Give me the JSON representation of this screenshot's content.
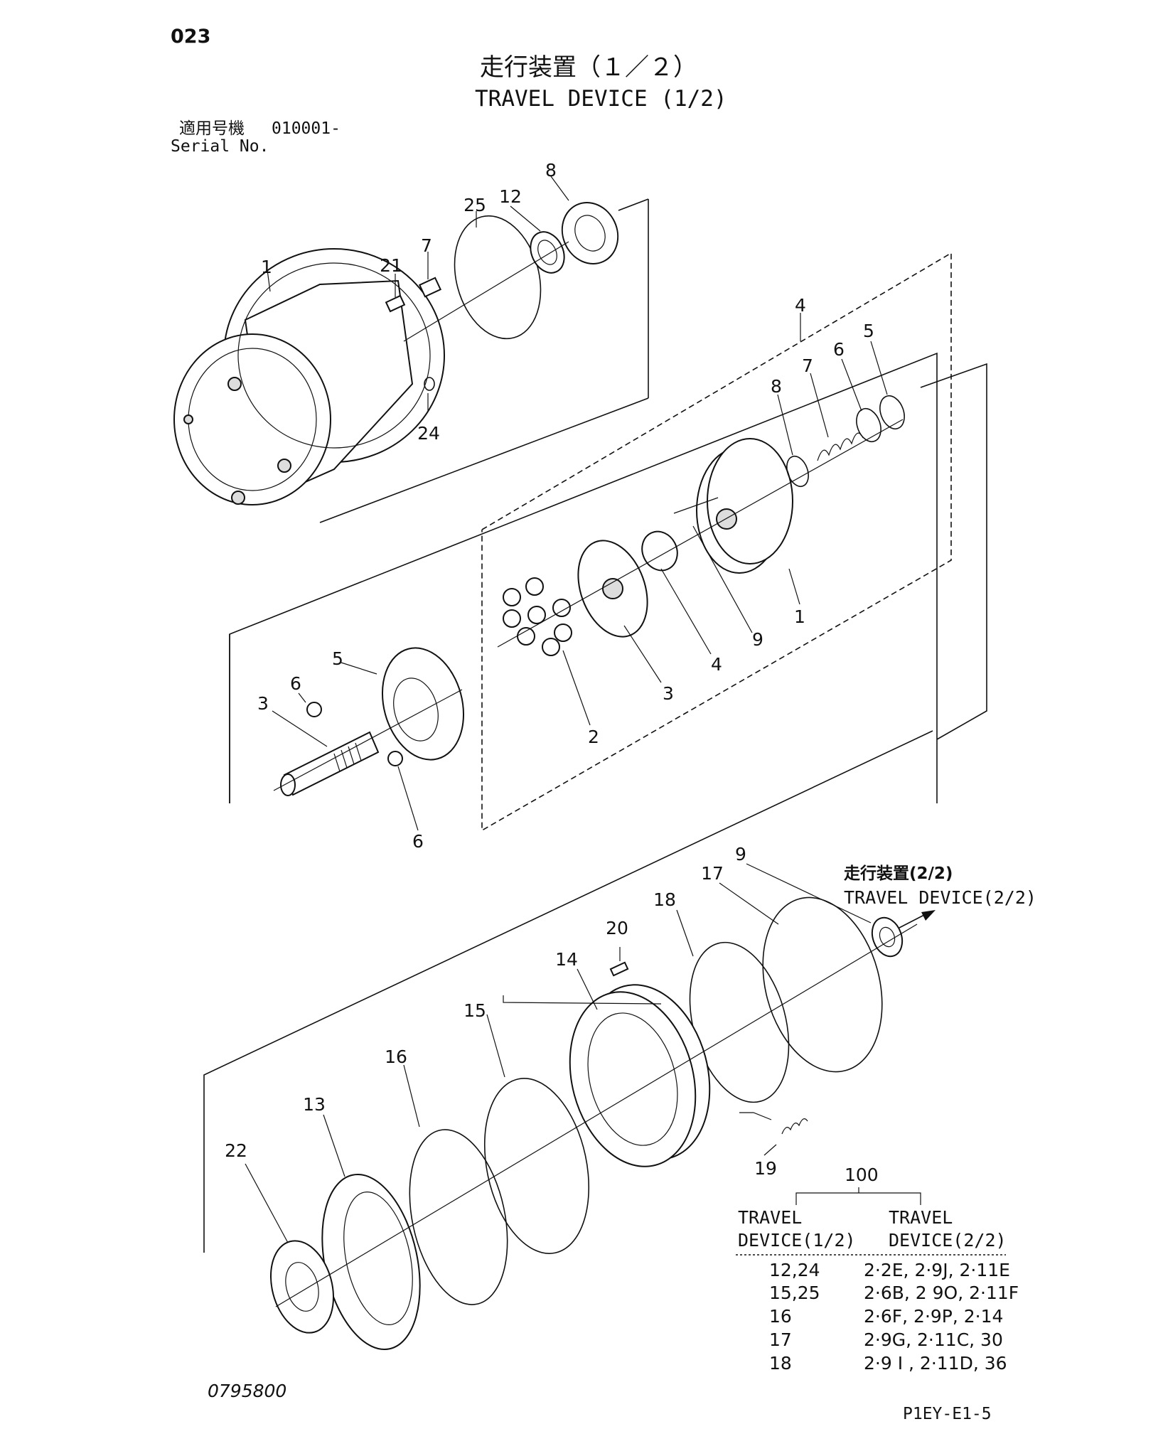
{
  "page_number": "023",
  "title_jp": "走行装置（１／２）",
  "title_en": "TRAVEL DEVICE (1/2)",
  "serial": {
    "label_jp": "適用号機",
    "label_en": "Serial No.",
    "value": "010001-"
  },
  "callouts": {
    "n1a": "1",
    "n21": "21",
    "n7a": "7",
    "n25": "25",
    "n12": "12",
    "n8a": "8",
    "n24": "24",
    "n4a": "4",
    "n5a": "5",
    "n6a": "6",
    "n7b": "7",
    "n8b": "8",
    "n1b": "1",
    "n9a": "9",
    "n4b": "4",
    "n3a": "3",
    "n2": "2",
    "n5b": "5",
    "n6b": "6",
    "n3b": "3",
    "n6c": "6",
    "n9b": "9",
    "n17": "17",
    "n18": "18",
    "n20": "20",
    "n14": "14",
    "n15": "15",
    "n16": "16",
    "n13": "13",
    "n22": "22",
    "n19": "19"
  },
  "next_ref": {
    "jp": "走行装置(2/2)",
    "en": "TRAVEL DEVICE(2/2)"
  },
  "assembly_no": "100",
  "ref_table": {
    "col1": [
      "TRAVEL",
      "DEVICE(1/2)"
    ],
    "col2": [
      "TRAVEL",
      "DEVICE(2/2)"
    ],
    "rows": [
      {
        "a": "12,24",
        "b": "2·2E, 2·9J,   2·11E"
      },
      {
        "a": "15,25",
        "b": "2·6B, 2 9O,  2·11F"
      },
      {
        "a": "16",
        "b": "2·6F, 2·9P,   2·14"
      },
      {
        "a": "17",
        "b": "2·9G, 2·11C, 30"
      },
      {
        "a": "18",
        "b": "2·9 I , 2·11D, 36"
      }
    ]
  },
  "drawing_no": "0795800",
  "page_code": "P1EY-E1-5"
}
